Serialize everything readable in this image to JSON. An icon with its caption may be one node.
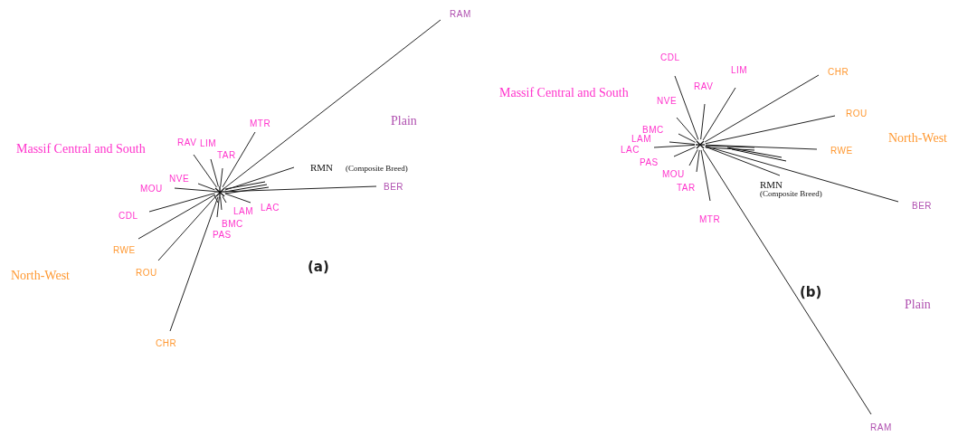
{
  "diagram": {
    "nodes": [
      {
        "text": [
          "RAM"
        ]
      },
      {
        "text": [
          "MTR"
        ]
      },
      {
        "text": [
          "RAV"
        ]
      },
      {
        "text": [
          "LIM"
        ]
      },
      {
        "text": [
          "TAR"
        ]
      },
      {
        "text": [
          "NVE"
        ]
      },
      {
        "text": [
          "MOU"
        ]
      },
      {
        "text": [
          "RMN",
          "(Composite Breed)"
        ]
      },
      {
        "text": [
          "BER"
        ]
      },
      {
        "text": [
          "CDL"
        ]
      },
      {
        "text": [
          "LAM"
        ]
      },
      {
        "text": [
          "LAC"
        ]
      },
      {
        "text": [
          "BMC"
        ]
      },
      {
        "text": [
          "PAS"
        ]
      },
      {
        "text": [
          "RWE"
        ]
      },
      {
        "text": [
          "ROU"
        ]
      },
      {
        "text": [
          "CHR"
        ]
      },
      {
        "text": [
          "CDL"
        ]
      },
      {
        "text": [
          "LIM"
        ]
      },
      {
        "text": [
          "RAV"
        ]
      },
      {
        "text": [
          "CHR"
        ]
      },
      {
        "text": [
          "NVE"
        ]
      },
      {
        "text": [
          "ROU"
        ]
      },
      {
        "text": [
          "BMC"
        ]
      },
      {
        "text": [
          "LAM"
        ]
      },
      {
        "text": [
          "LAC"
        ]
      },
      {
        "text": [
          "RWE"
        ]
      },
      {
        "text": [
          "PAS"
        ]
      },
      {
        "text": [
          "MOU"
        ]
      },
      {
        "text": [
          "RMN",
          "(Composite Breed)"
        ]
      },
      {
        "text": [
          "TAR"
        ]
      },
      {
        "text": [
          "BER"
        ]
      },
      {
        "text": [
          "MTR"
        ]
      },
      {
        "text": [
          "RAM"
        ]
      },
      {
        "text": [],
        "shape": "network"
      },
      {
        "text": [],
        "shape": "network"
      }
    ],
    "edges": [
      {
        "from": 34,
        "to": 0,
        "arrow": "none"
      },
      {
        "from": 34,
        "to": 1,
        "arrow": "none"
      },
      {
        "from": 34,
        "to": 2,
        "arrow": "none"
      },
      {
        "from": 34,
        "to": 3,
        "arrow": "none"
      },
      {
        "from": 34,
        "to": 4,
        "arrow": "none"
      },
      {
        "from": 34,
        "to": 5,
        "arrow": "none"
      },
      {
        "from": 34,
        "to": 6,
        "arrow": "none"
      },
      {
        "from": 34,
        "to": 7,
        "arrow": "none"
      },
      {
        "from": 34,
        "to": 8,
        "arrow": "none"
      },
      {
        "from": 34,
        "to": 9,
        "arrow": "none"
      },
      {
        "from": 34,
        "to": 10,
        "arrow": "none"
      },
      {
        "from": 34,
        "to": 11,
        "arrow": "none"
      },
      {
        "from": 34,
        "to": 12,
        "arrow": "none"
      },
      {
        "from": 34,
        "to": 13,
        "arrow": "none"
      },
      {
        "from": 34,
        "to": 14,
        "arrow": "none"
      },
      {
        "from": 34,
        "to": 15,
        "arrow": "none"
      },
      {
        "from": 34,
        "to": 16,
        "arrow": "none"
      },
      {
        "from": 35,
        "to": 17,
        "arrow": "none"
      },
      {
        "from": 35,
        "to": 18,
        "arrow": "none"
      },
      {
        "from": 35,
        "to": 19,
        "arrow": "none"
      },
      {
        "from": 35,
        "to": 20,
        "arrow": "none"
      },
      {
        "from": 35,
        "to": 21,
        "arrow": "none"
      },
      {
        "from": 35,
        "to": 22,
        "arrow": "none"
      },
      {
        "from": 35,
        "to": 23,
        "arrow": "none"
      },
      {
        "from": 35,
        "to": 24,
        "arrow": "none"
      },
      {
        "from": 35,
        "to": 25,
        "arrow": "none"
      },
      {
        "from": 35,
        "to": 26,
        "arrow": "none"
      },
      {
        "from": 35,
        "to": 27,
        "arrow": "none"
      },
      {
        "from": 35,
        "to": 28,
        "arrow": "none"
      },
      {
        "from": 35,
        "to": 29,
        "arrow": "none"
      },
      {
        "from": 35,
        "to": 30,
        "arrow": "none"
      },
      {
        "from": 35,
        "to": 31,
        "arrow": "none"
      },
      {
        "from": 35,
        "to": 32,
        "arrow": "none"
      },
      {
        "from": 35,
        "to": 33,
        "arrow": "none"
      }
    ],
    "labels": [
      "Plain",
      "Massif Central and South",
      "North-West",
      "(a)",
      "Massif Central and South",
      "North-West",
      "(b)",
      "Plain"
    ]
  }
}
